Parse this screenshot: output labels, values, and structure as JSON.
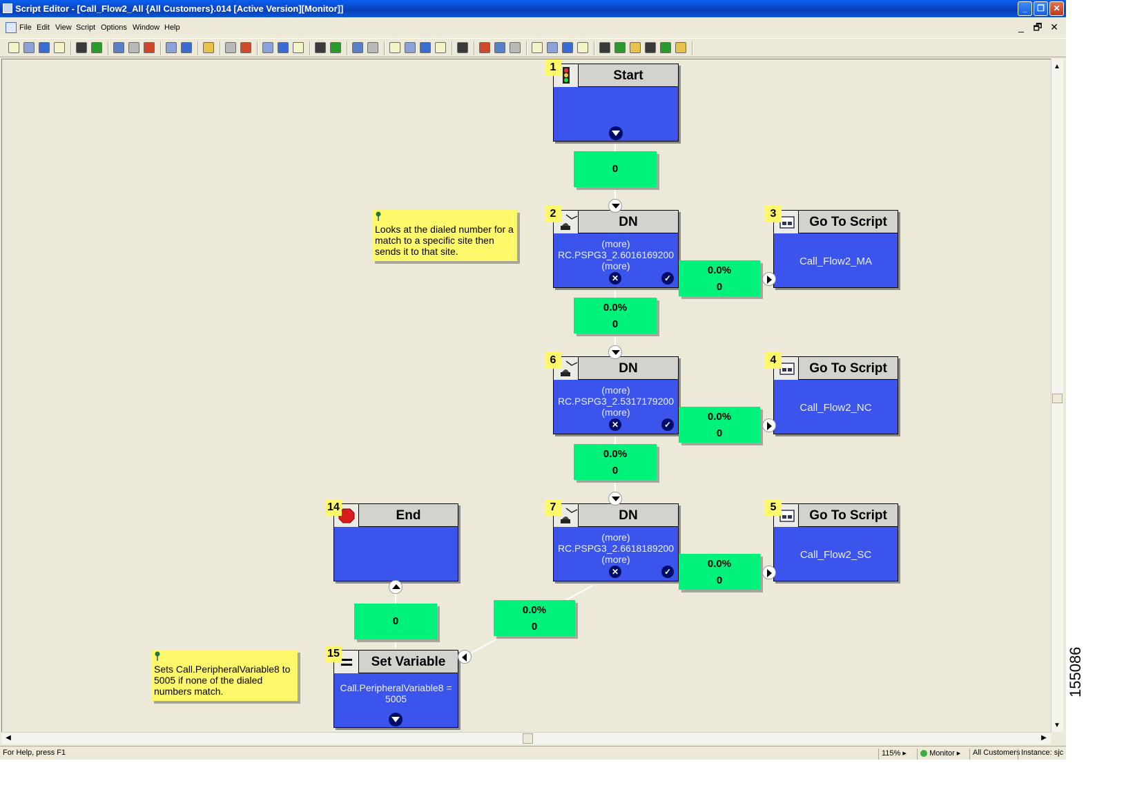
{
  "window": {
    "title": "Script Editor - [Call_Flow2_All {All Customers}.014 [Active Version][Monitor]]",
    "caption_buttons": [
      "minimize-icon",
      "restore-icon",
      "close-icon"
    ]
  },
  "menu": {
    "items": [
      "File",
      "Edit",
      "View",
      "Script",
      "Options",
      "Window",
      "Help"
    ],
    "doc_buttons": [
      "_",
      "🗗",
      "✕"
    ]
  },
  "toolbar": {
    "icons": [
      "new-icon",
      "open-icon",
      "save-icon",
      "save-all-icon",
      "print-icon",
      "print-preview-icon",
      "cut-icon",
      "copy-icon",
      "paste-icon",
      "find-icon",
      "validate-icon",
      "browse-icon",
      "help-icon",
      "context-help-icon",
      "select-icon",
      "connect-icon",
      "browse-mode-icon",
      "node-icon",
      "route-icon",
      "link-icon",
      "find-node-icon",
      "zoom-fit-icon",
      "zoom-in-icon",
      "zoom-out-icon",
      "zoom-custom-icon",
      "grid-icon",
      "lay-out-icon",
      "validate-script-icon",
      "validate-all-icon",
      "tree-icon",
      "align-icon",
      "distribute-icon",
      "arrange-icon"
    ]
  },
  "nodes": [
    {
      "id": "1",
      "title": "Start",
      "type": "start"
    },
    {
      "id": "2",
      "title": "DN",
      "type": "dn",
      "lines": [
        "(more)",
        "RC.PSPG3_2.6016169200",
        "(more)"
      ]
    },
    {
      "id": "3",
      "title": "Go To Script",
      "type": "goto",
      "value": "Call_Flow2_MA"
    },
    {
      "id": "6",
      "title": "DN",
      "type": "dn",
      "lines": [
        "(more)",
        "RC.PSPG3_2.5317179200",
        "(more)"
      ]
    },
    {
      "id": "4",
      "title": "Go To Script",
      "type": "goto",
      "value": "Call_Flow2_NC"
    },
    {
      "id": "14",
      "title": "End",
      "type": "end"
    },
    {
      "id": "7",
      "title": "DN",
      "type": "dn",
      "lines": [
        "(more)",
        "RC.PSPG3_2.6618189200",
        "(more)"
      ]
    },
    {
      "id": "5",
      "title": "Go To Script",
      "type": "goto",
      "value": "Call_Flow2_SC"
    },
    {
      "id": "15",
      "title": "Set Variable",
      "type": "setvar",
      "lines": [
        "Call.PeripheralVariable8 =",
        "5005"
      ]
    }
  ],
  "counters": [
    {
      "id": "c-start",
      "lines": [
        "0"
      ]
    },
    {
      "id": "c2-success",
      "lines": [
        "0.0%",
        "0"
      ]
    },
    {
      "id": "c2-fail",
      "lines": [
        "0.0%",
        "0"
      ]
    },
    {
      "id": "c6-success",
      "lines": [
        "0.0%",
        "0"
      ]
    },
    {
      "id": "c6-fail",
      "lines": [
        "0.0%",
        "0"
      ]
    },
    {
      "id": "c7-success",
      "lines": [
        "0.0%",
        "0"
      ]
    },
    {
      "id": "c7-fail",
      "lines": [
        "0.0%",
        "0"
      ]
    },
    {
      "id": "c15",
      "lines": [
        "0"
      ]
    }
  ],
  "comments": [
    {
      "text": "Looks at the dialed number for a match to a specific site then sends it to that site."
    },
    {
      "text": "Sets Call.PeripheralVariable8 to 5005 if none of the dialed numbers match."
    }
  ],
  "status": {
    "help": "For Help, press F1",
    "zoom": "115%",
    "mode": "Monitor",
    "customer": "All Customers",
    "instance": "Instance: sjc"
  },
  "figure_id": "155086",
  "colors": {
    "node_body": "#3b54ec",
    "counter": "#00f27a",
    "comment": "#fff86a",
    "titlebar": "#0a46d0"
  }
}
